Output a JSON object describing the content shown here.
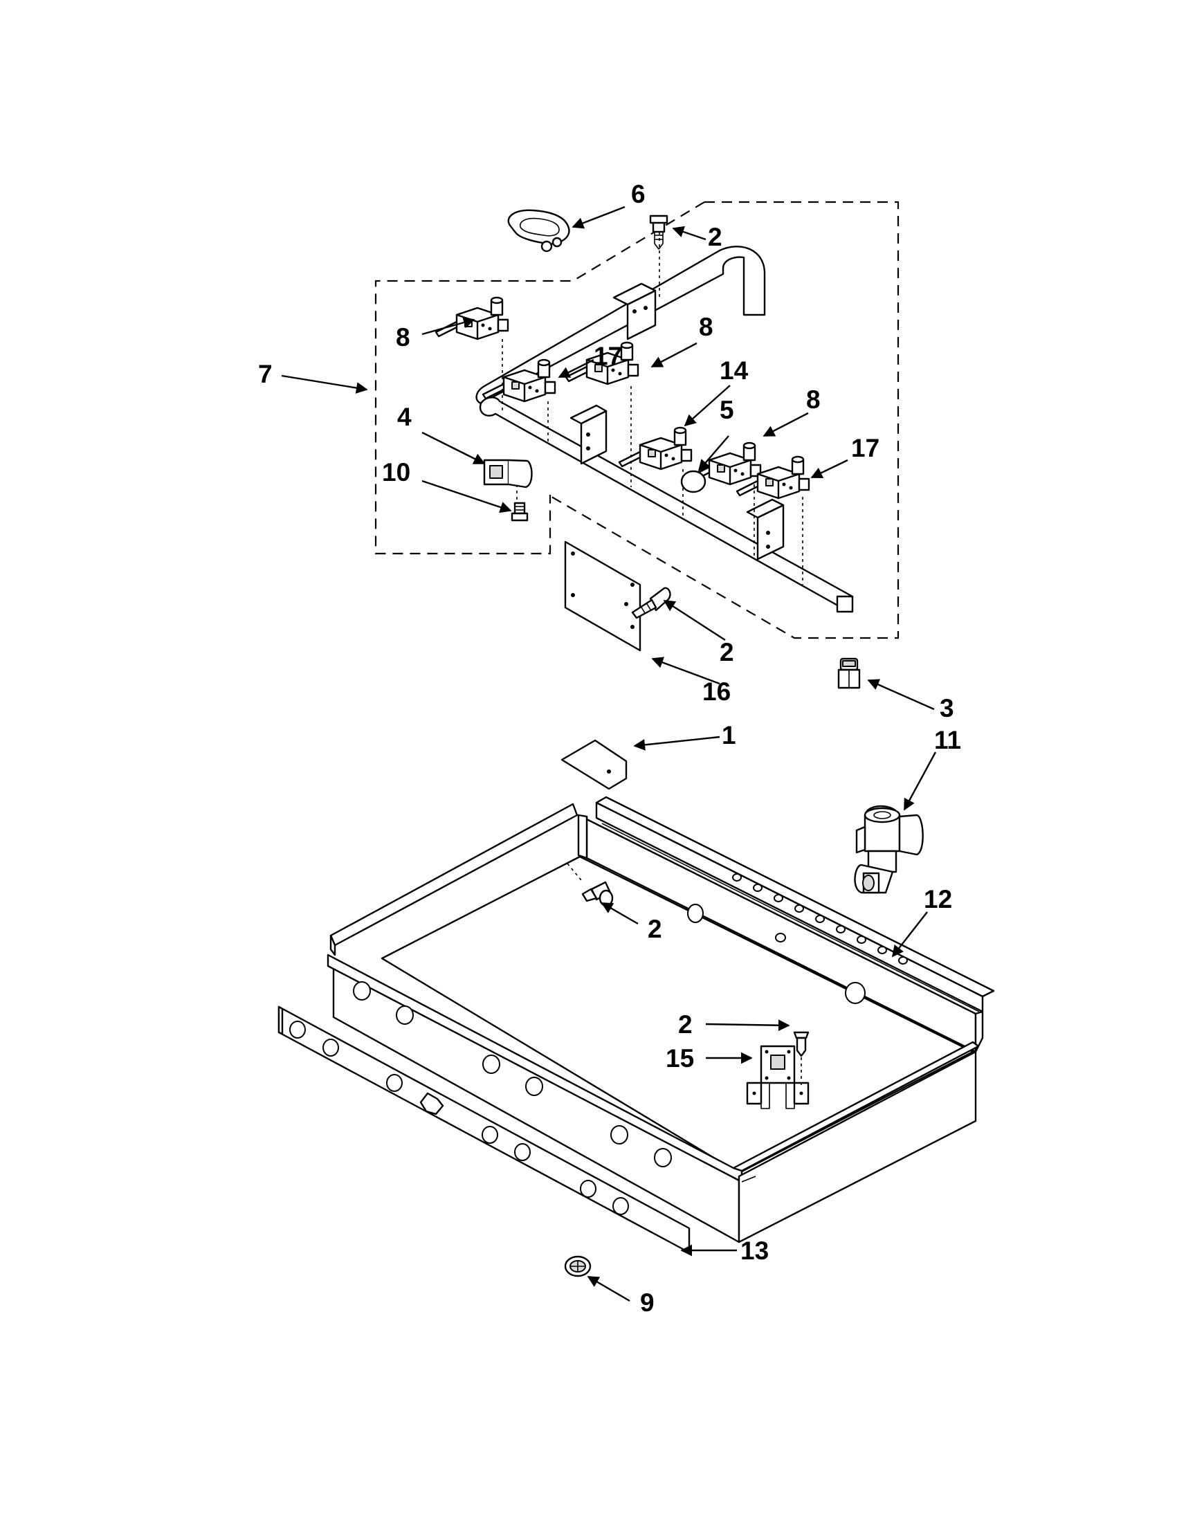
{
  "diagram": {
    "callouts": [
      {
        "id": "c6",
        "label": "6"
      },
      {
        "id": "c2a",
        "label": "2"
      },
      {
        "id": "c8a",
        "label": "8"
      },
      {
        "id": "c7",
        "label": "7"
      },
      {
        "id": "c17a",
        "label": "17"
      },
      {
        "id": "c8b",
        "label": "8"
      },
      {
        "id": "c14",
        "label": "14"
      },
      {
        "id": "c5",
        "label": "5"
      },
      {
        "id": "c8c",
        "label": "8"
      },
      {
        "id": "c4",
        "label": "4"
      },
      {
        "id": "c17b",
        "label": "17"
      },
      {
        "id": "c10",
        "label": "10"
      },
      {
        "id": "c2b",
        "label": "2"
      },
      {
        "id": "c16",
        "label": "16"
      },
      {
        "id": "c3",
        "label": "3"
      },
      {
        "id": "c1",
        "label": "1"
      },
      {
        "id": "c11",
        "label": "11"
      },
      {
        "id": "c12",
        "label": "12"
      },
      {
        "id": "c2c",
        "label": "2"
      },
      {
        "id": "c2d",
        "label": "2"
      },
      {
        "id": "c15",
        "label": "15"
      },
      {
        "id": "c13",
        "label": "13"
      },
      {
        "id": "c9",
        "label": "9"
      }
    ]
  }
}
